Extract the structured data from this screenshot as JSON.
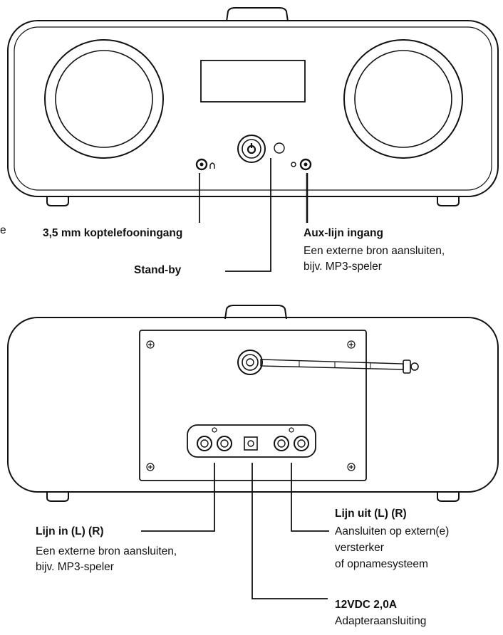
{
  "front_view": {
    "headphone_jack": {
      "label": "3,5 mm koptelefooningang"
    },
    "standby": {
      "label": "Stand-by"
    },
    "aux_in": {
      "label": "Aux-lijn ingang",
      "desc_line1": "Een externe bron aansluiten,",
      "desc_line2": "bijv. MP3-speler"
    },
    "edge_fragment": "e"
  },
  "rear_view": {
    "line_in": {
      "label": "Lijn in (L) (R)",
      "desc_line1": "Een externe bron aansluiten,",
      "desc_line2": "bijv. MP3-speler"
    },
    "line_out": {
      "label": "Lijn uit (L) (R)",
      "desc_line1": "Aansluiten op extern(e)",
      "desc_line2": "versterker",
      "desc_line3": "of opnamesysteem"
    },
    "dc_in": {
      "label": "12VDC 2,0A",
      "desc_line1": "Adapteraansluiting"
    }
  }
}
